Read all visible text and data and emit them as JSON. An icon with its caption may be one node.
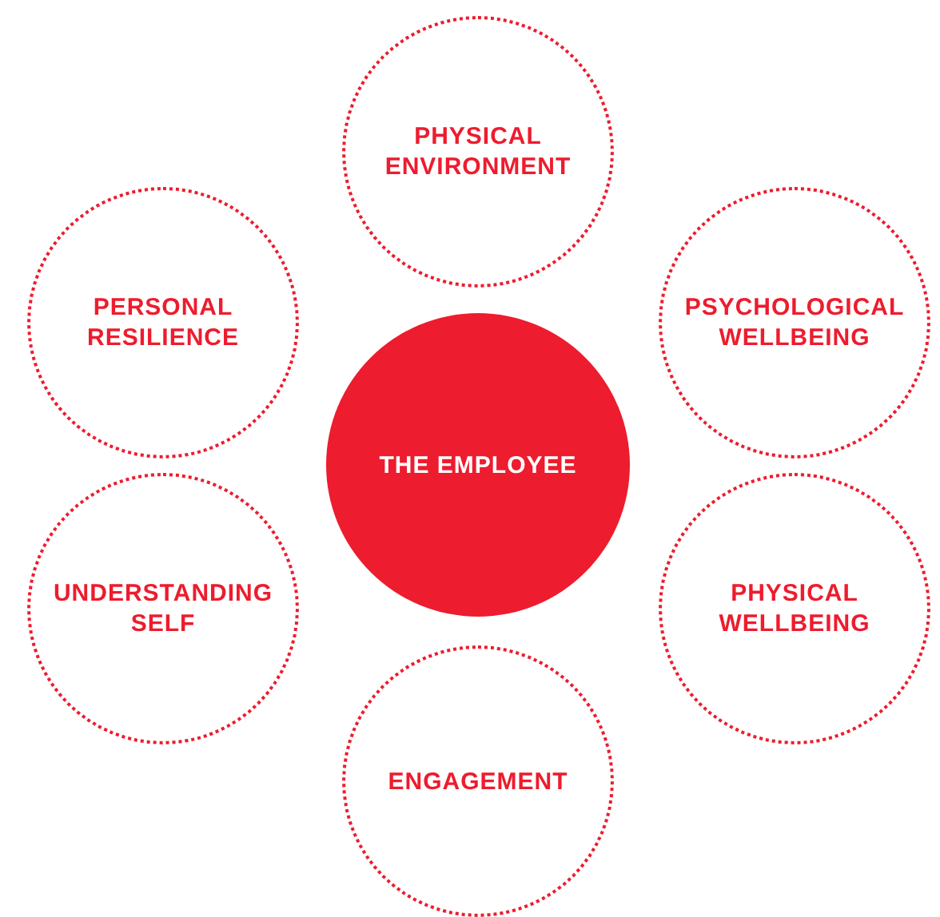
{
  "diagram": {
    "nodes": [
      {
        "text": [
          "PHYSICAL ENVIRONMENT"
        ]
      },
      {
        "text": [
          "PERSONAL RESILIENCE"
        ]
      },
      {
        "text": [
          "PSYCHOLOGICAL WELLBEING"
        ]
      },
      {
        "text": [
          "THE EMPLOYEE"
        ]
      },
      {
        "text": [
          "UNDERSTANDING SELF"
        ]
      },
      {
        "text": [
          "PHYSICAL WELLBEING"
        ]
      },
      {
        "text": [
          "ENGAGEMENT"
        ]
      }
    ]
  }
}
